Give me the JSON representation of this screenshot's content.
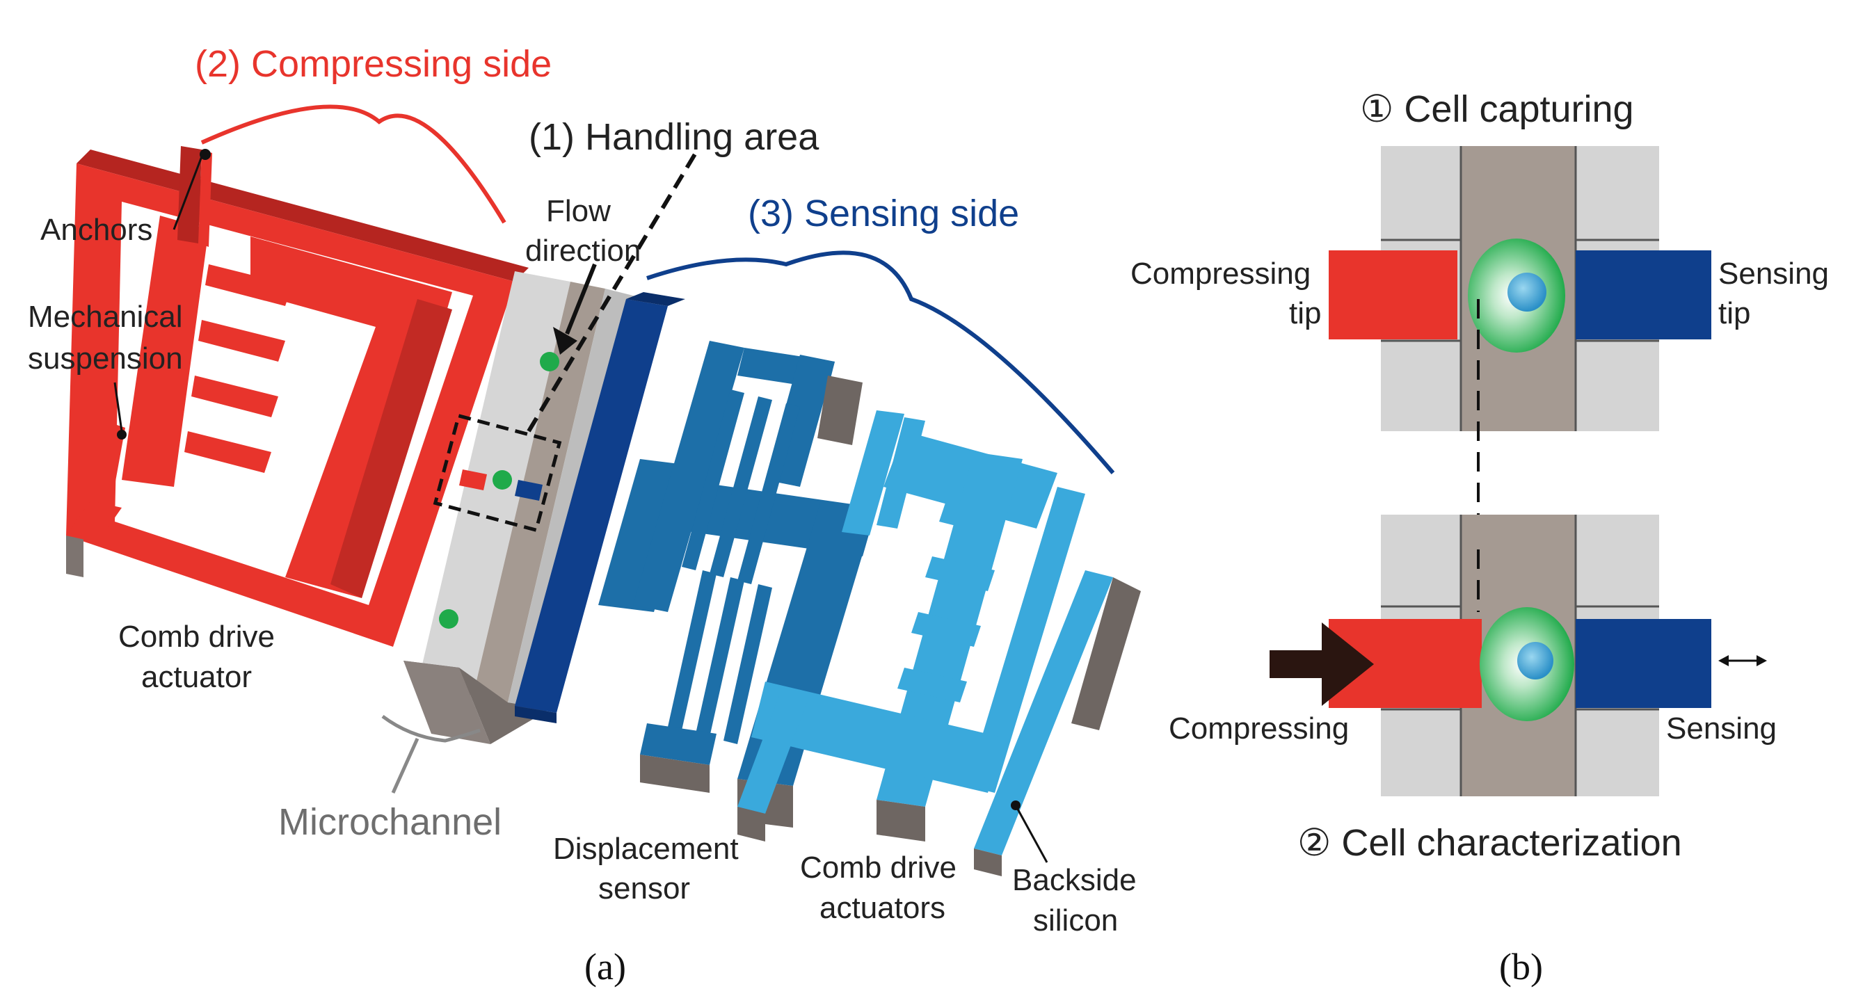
{
  "panel_a": {
    "compressing_side": "(2) Compressing side",
    "handling_area": "(1) Handling area",
    "sensing_side": "(3) Sensing side",
    "anchors": "Anchors",
    "mechanical_suspension_1": "Mechanical",
    "mechanical_suspension_2": "suspension",
    "flow_direction_1": "Flow",
    "flow_direction_2": "direction",
    "comb_drive_actuator_1": "Comb drive",
    "comb_drive_actuator_2": "actuator",
    "microchannel": "Microchannel",
    "displacement_sensor_1": "Displacement",
    "displacement_sensor_2": "sensor",
    "comb_drive_actuators_1": "Comb drive",
    "comb_drive_actuators_2": "actuators",
    "backside_silicon_1": "Backside",
    "backside_silicon_2": "silicon",
    "caption": "(a)"
  },
  "panel_b": {
    "cell_capturing": "① Cell capturing",
    "compressing_tip_1": "Compressing",
    "compressing_tip_2": "tip",
    "sensing_tip_1": "Sensing",
    "sensing_tip_2": "tip",
    "compressing": "Compressing",
    "sensing": "Sensing",
    "cell_characterization": "② Cell characterization",
    "caption": "(b)"
  },
  "colors": {
    "red": "#e8342c",
    "dark_blue": "#0f3f8c",
    "mid_blue": "#1d6fa8",
    "light_blue": "#3aa9dc",
    "gray_channel": "#a59a92",
    "light_gray": "#d4d4d4",
    "cell_green": "#1faa4a"
  }
}
